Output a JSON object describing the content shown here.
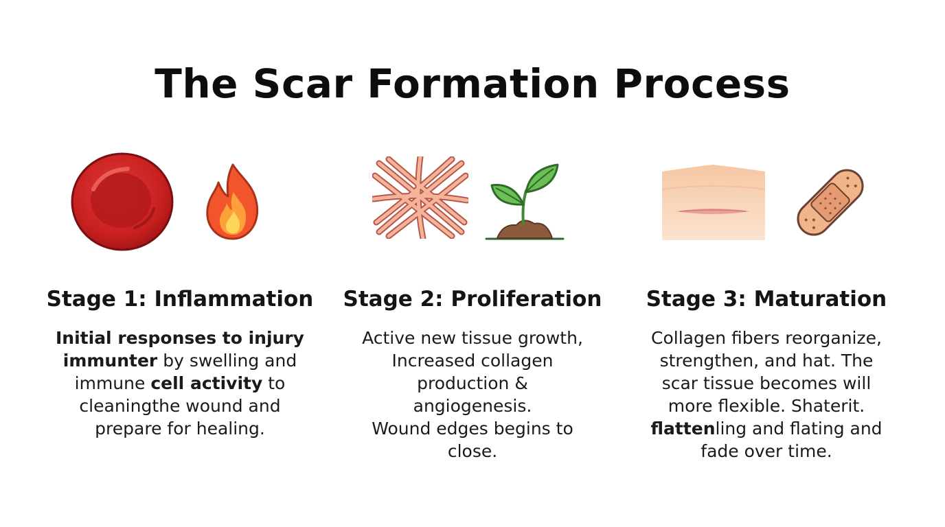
{
  "title": "The Scar Formation Process",
  "stages": [
    {
      "title": "Stage 1: Inflammation",
      "icons": [
        "red-blood-cell-icon",
        "flame-icon"
      ],
      "lines": [
        [
          {
            "t": "Initial responses to injury",
            "b": true
          }
        ],
        [
          {
            "t": "immunter",
            "b": true
          },
          {
            "t": " by swelling and",
            "b": false
          }
        ],
        [
          {
            "t": "immune ",
            "b": false
          },
          {
            "t": "cell activity",
            "b": true
          },
          {
            "t": " to",
            "b": false
          }
        ],
        [
          {
            "t": "cleaningthe wound and",
            "b": false
          }
        ],
        [
          {
            "t": "prepare for healing.",
            "b": false
          }
        ]
      ]
    },
    {
      "title": "Stage 2: Proliferation",
      "icons": [
        "collagen-fibers-icon",
        "sprout-icon"
      ],
      "lines": [
        [
          {
            "t": "Active new tissue growth,",
            "b": false
          }
        ],
        [
          {
            "t": "Increased collagen",
            "b": false
          }
        ],
        [
          {
            "t": "production &",
            "b": false
          }
        ],
        [
          {
            "t": "angiogenesis.",
            "b": false
          }
        ],
        [
          {
            "t": "Wound edges begins to",
            "b": false
          }
        ],
        [
          {
            "t": "close.",
            "b": false
          }
        ]
      ]
    },
    {
      "title": "Stage 3: Maturation",
      "icons": [
        "healed-skin-icon",
        "bandage-icon"
      ],
      "lines": [
        [
          {
            "t": "Collagen fibers reorganize,",
            "b": false
          }
        ],
        [
          {
            "t": "strengthen, and hat. The",
            "b": false
          }
        ],
        [
          {
            "t": "scar tissue becomes will",
            "b": false
          }
        ],
        [
          {
            "t": "more flexible. Shaterit.",
            "b": false
          }
        ],
        [
          {
            "t": "flatten",
            "b": true
          },
          {
            "t": "ling and flating and",
            "b": false
          }
        ],
        [
          {
            "t": "fade over time.",
            "b": false
          }
        ]
      ]
    }
  ]
}
